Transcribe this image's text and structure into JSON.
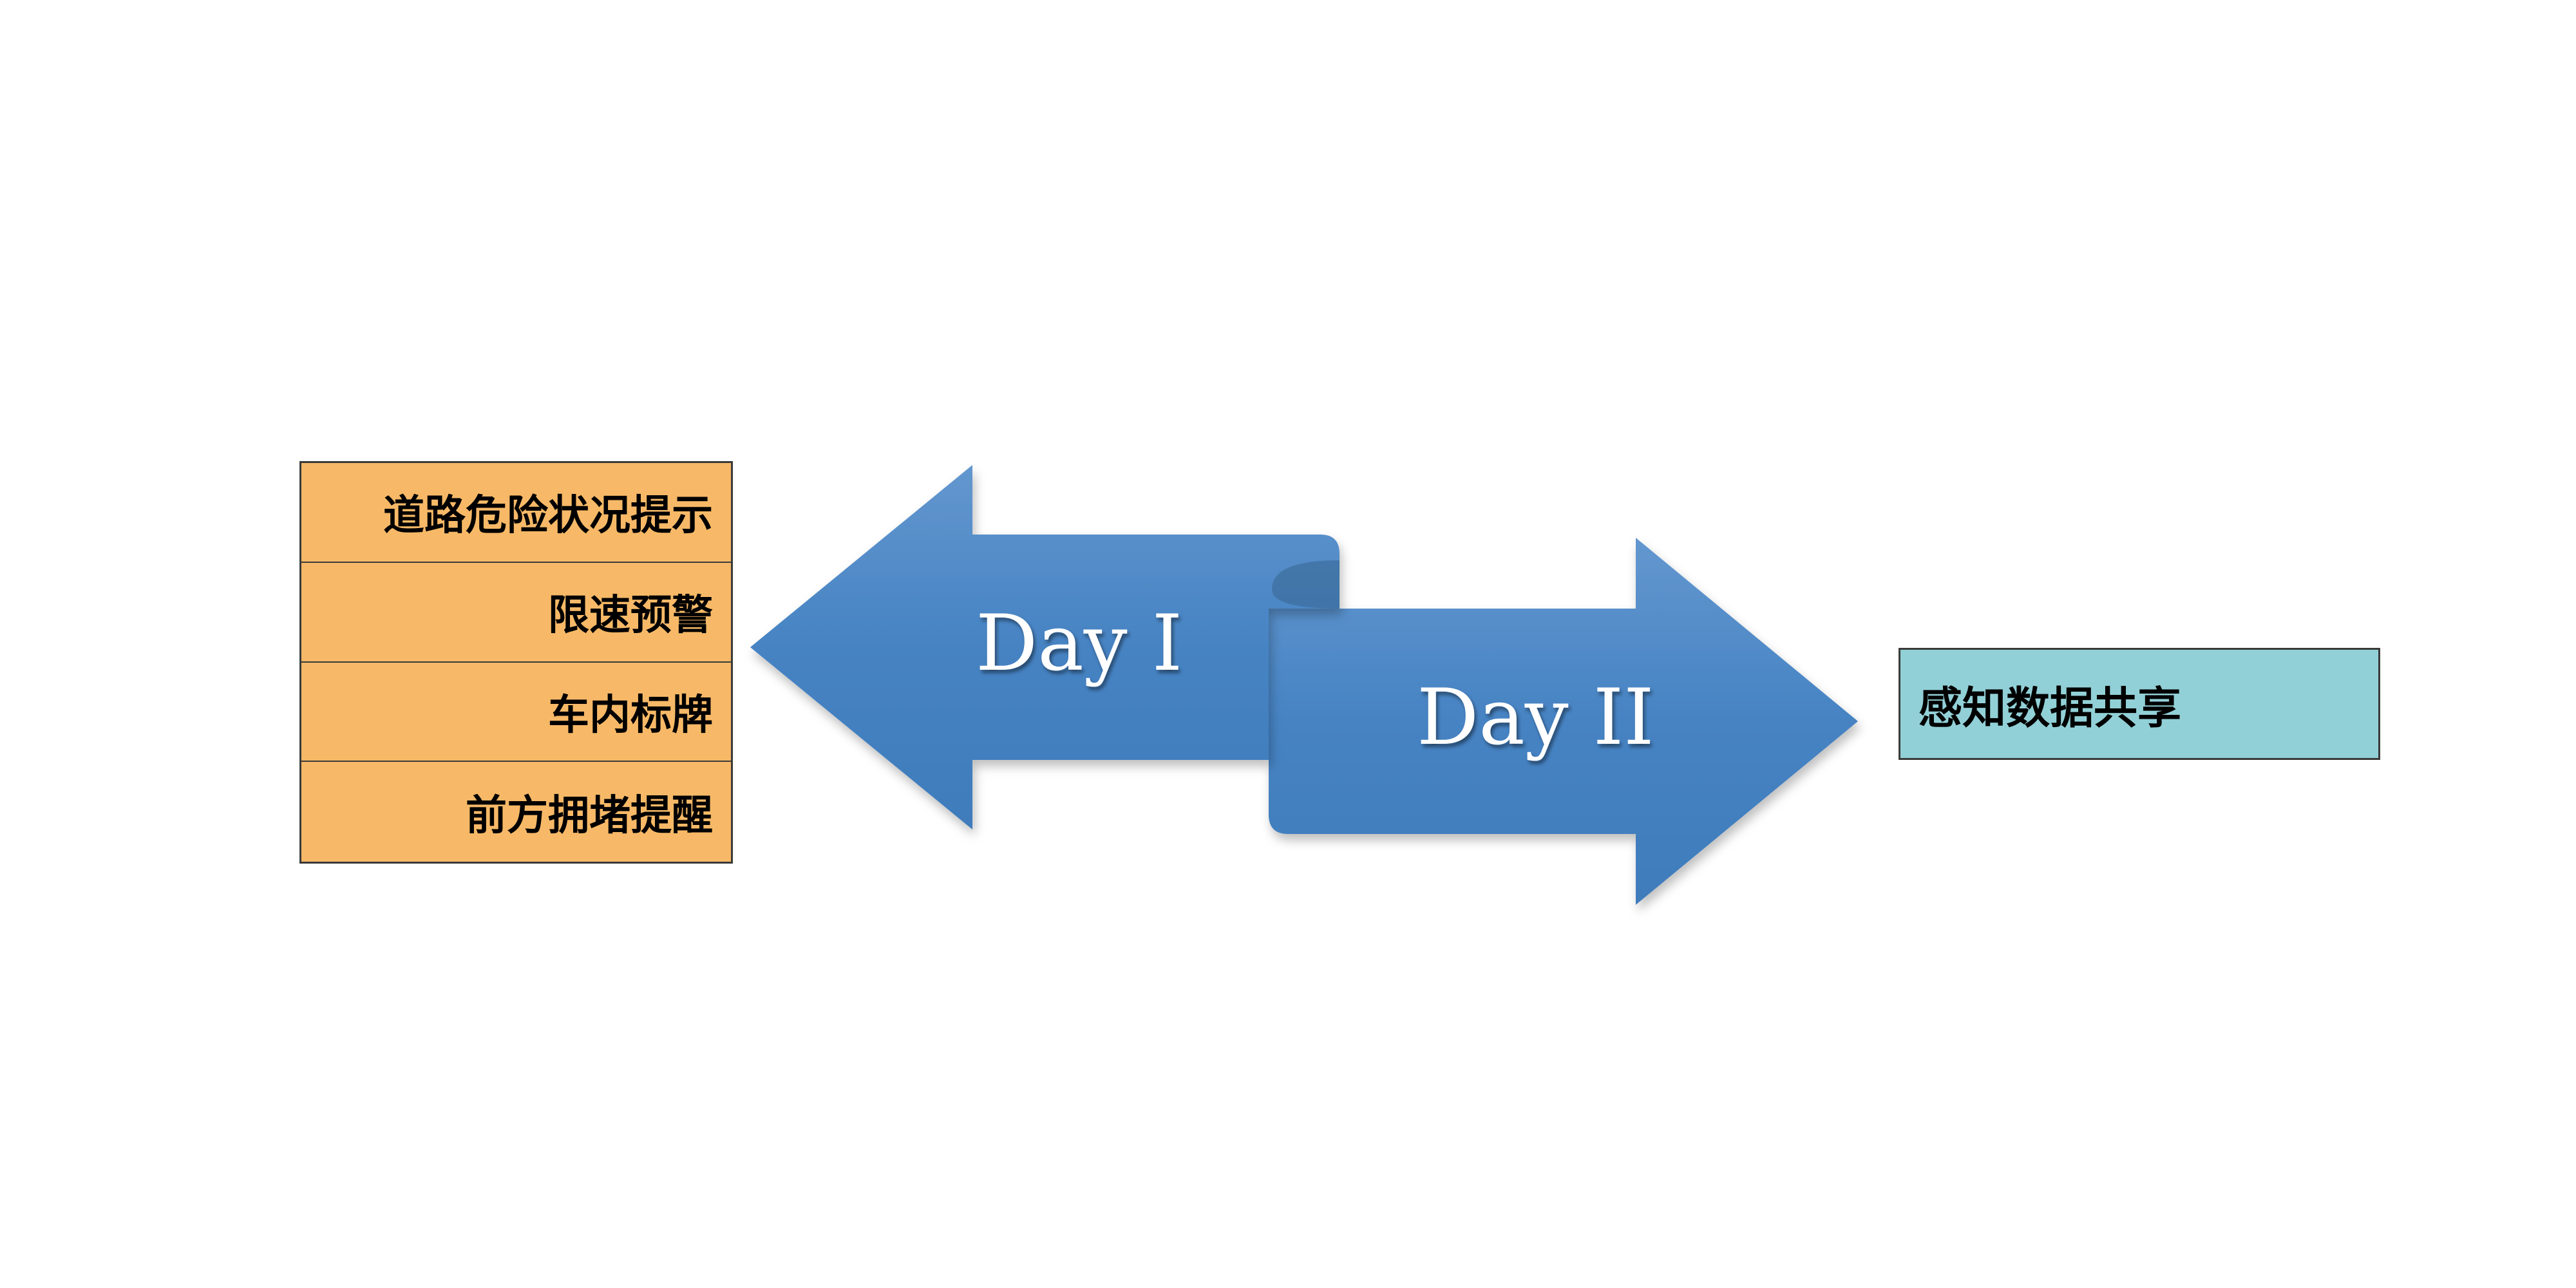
{
  "left_items": [
    {
      "label": "道路危险状况提示"
    },
    {
      "label": "限速预警"
    },
    {
      "label": "车内标牌"
    },
    {
      "label": "前方拥堵提醒"
    }
  ],
  "arrows": {
    "left_label": "Day I",
    "right_label": "Day II"
  },
  "right_box": {
    "label": "感知数据共享"
  },
  "colors": {
    "orange_box": "#f7b967",
    "teal_box": "#92d0d7",
    "arrow_blue": "#4a88c6"
  }
}
